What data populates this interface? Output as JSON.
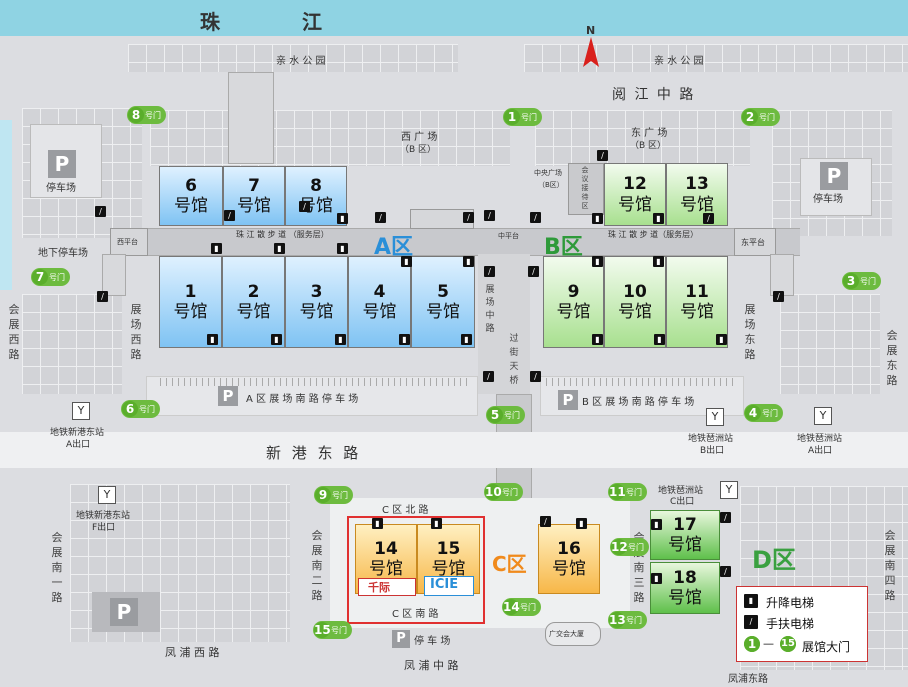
{
  "river": "珠　　江",
  "compass": "N",
  "roads": {
    "qinshui_top": "亲 水 公 园",
    "qinshui_right": "亲 水 公 园",
    "yuejiang": "阅 江 中 路",
    "xingang": "新 港 东 路",
    "fengpu_west": "凤 浦 西 路",
    "fengpu_mid": "凤 浦 中 路",
    "fengpu_east": "凤浦东路",
    "c_north": "C 区 北 路",
    "c_south": "C 区 南 路",
    "west_cn": [
      "会",
      "展",
      "西",
      "路"
    ],
    "east_cn": [
      "会",
      "展",
      "东",
      "路"
    ],
    "nan1_cn": [
      "会",
      "展",
      "南",
      "一",
      "路"
    ],
    "nan2_cn": [
      "会",
      "展",
      "南",
      "二",
      "路"
    ],
    "nan3_cn": [
      "会",
      "展",
      "南",
      "三",
      "路"
    ],
    "nan4_cn": [
      "会",
      "展",
      "南",
      "四",
      "路"
    ],
    "zhanchang_west": [
      "展",
      "场",
      "西",
      "路"
    ],
    "zhanchang_east": [
      "展",
      "场",
      "东",
      "路"
    ],
    "zhanchang_mid": [
      "展",
      "场",
      "中",
      "路"
    ],
    "guojie": [
      "过",
      "街",
      "天",
      "桥"
    ]
  },
  "areas": {
    "west_plaza": "西 广 场",
    "west_plaza_sub": "（B 区）",
    "east_plaza": "东 广 场",
    "east_plaza_sub": "（B 区）",
    "central_plaza": "中央广场",
    "central_plaza_sub": "（B区）",
    "meeting": [
      "会",
      "议",
      "接",
      "待",
      "区"
    ],
    "west_platform": "西平台",
    "mid_platform": "中平台",
    "east_platform": "东平台",
    "walkway_a": "珠 江 散 步 道 （服务层）",
    "walkway_b": "珠 江 散 步 道（服务层）",
    "parking_nw": "停车场",
    "parking_ne": "停车场",
    "underground_parking": "地下停车场",
    "a_south_parking": "A 区 展 场 南 路 停 车 场",
    "b_south_parking": "B 区 展 场 南 路 停 车 场",
    "c_parking": "停 车 场",
    "guangjiao": "广交会大厦"
  },
  "metro": [
    {
      "line1": "地铁新港东站",
      "line2": "A出口"
    },
    {
      "line1": "地铁琶洲站",
      "line2": "B出口"
    },
    {
      "line1": "地铁琶洲站",
      "line2": "A出口"
    },
    {
      "line1": "地铁琶洲站",
      "line2": "C出口"
    },
    {
      "line1": "地铁新港东站",
      "line2": "F出口"
    }
  ],
  "halls": [
    {
      "num": "1",
      "label": "号馆"
    },
    {
      "num": "2",
      "label": "号馆"
    },
    {
      "num": "3",
      "label": "号馆"
    },
    {
      "num": "4",
      "label": "号馆"
    },
    {
      "num": "5",
      "label": "号馆"
    },
    {
      "num": "6",
      "label": "号馆"
    },
    {
      "num": "7",
      "label": "号馆"
    },
    {
      "num": "8",
      "label": "号馆"
    },
    {
      "num": "9",
      "label": "号馆"
    },
    {
      "num": "10",
      "label": "号馆"
    },
    {
      "num": "11",
      "label": "号馆"
    },
    {
      "num": "12",
      "label": "号馆"
    },
    {
      "num": "13",
      "label": "号馆"
    },
    {
      "num": "14",
      "label": "号馆"
    },
    {
      "num": "15",
      "label": "号馆"
    },
    {
      "num": "16",
      "label": "号馆"
    },
    {
      "num": "17",
      "label": "号馆"
    },
    {
      "num": "18",
      "label": "号馆"
    }
  ],
  "zones": {
    "a": "A区",
    "b": "B区",
    "c": "C区",
    "d": "D区"
  },
  "gates": [
    {
      "num": "1",
      "label": "号门"
    },
    {
      "num": "2",
      "label": "号门"
    },
    {
      "num": "3",
      "label": "号门"
    },
    {
      "num": "4",
      "label": "号门"
    },
    {
      "num": "5",
      "label": "号门"
    },
    {
      "num": "6",
      "label": "号门"
    },
    {
      "num": "7",
      "label": "号门"
    },
    {
      "num": "8",
      "label": "号门"
    },
    {
      "num": "9",
      "label": "号门"
    },
    {
      "num": "10",
      "label": "号门"
    },
    {
      "num": "11",
      "label": "号门"
    },
    {
      "num": "12",
      "label": "号门"
    },
    {
      "num": "13",
      "label": "号门"
    },
    {
      "num": "14",
      "label": "号门"
    },
    {
      "num": "15",
      "label": "号门"
    }
  ],
  "logos": {
    "logo1": "千际",
    "logo2": "ICIE"
  },
  "legend": {
    "elevator": "升降电梯",
    "escalator": "手扶电梯",
    "gate_from": "1",
    "gate_dash": "—",
    "gate_to": "15",
    "gates_text": "展馆大门"
  },
  "colors": {
    "river": "#8fd3e3",
    "zone_a": "#2a8fd8",
    "zone_b": "#2e9a3a",
    "zone_c": "#f08a1c",
    "zone_d": "#3aa040",
    "gate": "#6dbb3f",
    "highlight": "#e03030"
  }
}
